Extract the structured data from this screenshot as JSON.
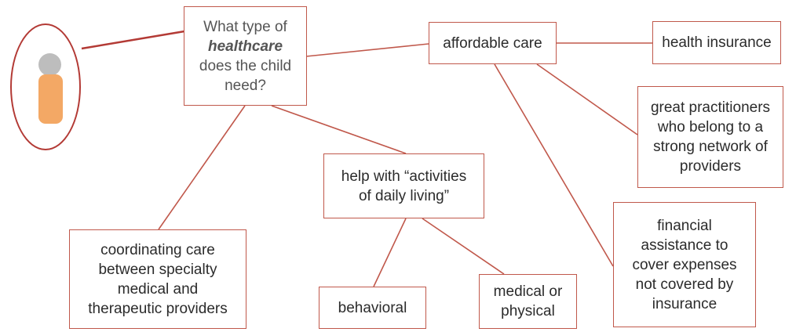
{
  "colors": {
    "border": "#c0584b",
    "ring": "#b33a35",
    "head": "#bdbdbd",
    "body": "#f3a865"
  },
  "central": {
    "line1": "What type of",
    "line2": "healthcare",
    "line3": "does the child",
    "line4": "need?"
  },
  "affordable": {
    "label": "affordable care"
  },
  "insurance": {
    "label": "health insurance"
  },
  "practitioners": {
    "line1": "great practitioners",
    "line2": "who belong to a",
    "line3": "strong network of",
    "line4": "providers"
  },
  "financial": {
    "line1": "financial",
    "line2": "assistance to",
    "line3": "cover expenses",
    "line4": "not covered by",
    "line5": "insurance"
  },
  "adl": {
    "line1": "help with “activities",
    "line2": "of daily living”"
  },
  "coordinating": {
    "line1": "coordinating care",
    "line2": "between specialty",
    "line3": "medical and",
    "line4": "therapeutic providers"
  },
  "behavioral": {
    "label": "behavioral"
  },
  "medical": {
    "line1": "medical or",
    "line2": "physical"
  }
}
